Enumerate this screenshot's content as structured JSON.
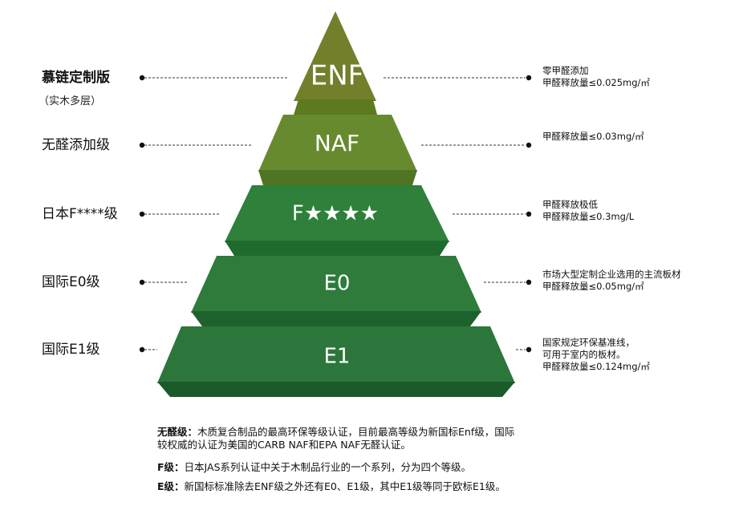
{
  "levels": [
    {
      "pyramid_label": "ENF",
      "left_label": "慕链定制版",
      "left_sublabel": "（实木多层）",
      "right_notes": [
        "零甲醛添加",
        "甲醛释放量≤0.025mg/㎡"
      ],
      "color": "#707e2a"
    },
    {
      "pyramid_label": "NAF",
      "left_label": "无醛添加级",
      "right_notes": [
        "甲醛释放量≤0.03mg/㎡"
      ],
      "color": "#66872d"
    },
    {
      "pyramid_label": "F★★★★",
      "left_label": "日本F****级",
      "right_notes": [
        "甲醛释放极低",
        "甲醛释放量≤0.3mg/L"
      ],
      "color": "#2f7e37"
    },
    {
      "pyramid_label": "E0",
      "left_label": "国际E0级",
      "right_notes": [
        "市场大型定制企业选用的主流板材",
        "甲醛释放量≤0.05mg/㎡"
      ],
      "color": "#2d7a3a"
    },
    {
      "pyramid_label": "E1",
      "left_label": "国际E1级",
      "right_notes": [
        "国家规定环保基准线，",
        "可用于室内的板材。",
        "甲醛释放量≤0.124mg/㎡"
      ],
      "color": "#2b733a"
    }
  ],
  "footer": [
    {
      "term": "无醛级：",
      "text": "木质复合制品的最高环保等级认证，目前最高等级为新国标Enf级，国际",
      "text2": "较权威的认证为美国的CARB NAF和EPA NAF无醛认证。"
    },
    {
      "term": "F级：",
      "text": "日本JAS系列认证中关于木制品行业的一个系列，分为四个等级。"
    },
    {
      "term": "E级：",
      "text": "新国标标准除去ENF级之外还有E0、E1级，其中E1级等同于欧标E1级。"
    }
  ]
}
